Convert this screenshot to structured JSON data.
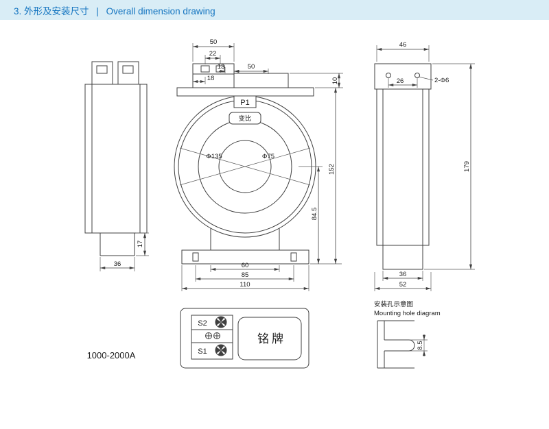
{
  "header": {
    "num": "3.",
    "title_zh": "外形及安装尺寸",
    "sep": "|",
    "title_en": "Overall dimension drawing"
  },
  "front_view": {
    "p1": "P1",
    "ratio_label": "变比",
    "phi_outer": "Φ135",
    "phi_inner": "Φ75",
    "dim_top_width": "50",
    "dim_screw_spacing": "22",
    "dim_13": "13",
    "dim_50": "50",
    "dim_18": "18",
    "dim_10": "10",
    "dim_height": "152",
    "dim_center_height": "84.5",
    "dim_60": "60",
    "dim_85": "85",
    "dim_110": "110"
  },
  "left_view": {
    "dim_17": "17",
    "dim_36": "36"
  },
  "right_view": {
    "dim_46": "46",
    "dim_26": "26",
    "dim_holes": "2-Φ6",
    "dim_179": "179",
    "dim_36": "36",
    "dim_52": "52"
  },
  "nameplate": {
    "s2": "S2",
    "s1": "S1",
    "plate_label": "铭牌",
    "range": "1000-2000A"
  },
  "mounting": {
    "title_zh": "安装孔示意图",
    "title_en": "Mounting hole diagram",
    "dim_slot": "8.5"
  },
  "icons": {
    "terminal_screw": "cross-screw-icon",
    "polarity": "plus-circle-icon",
    "header_chevrons": "double-chevron-right-icon"
  }
}
